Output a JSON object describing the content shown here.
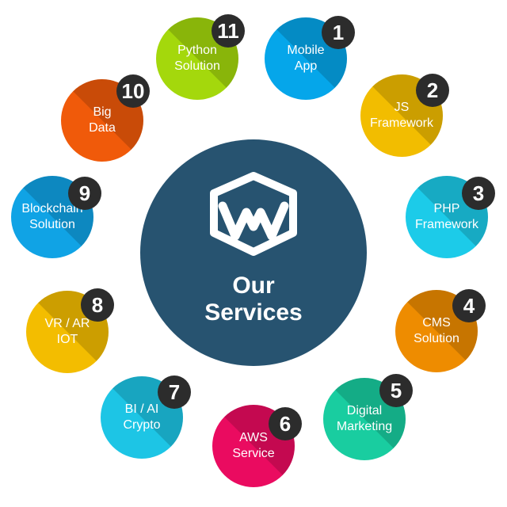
{
  "center": {
    "title_line1": "Our",
    "title_line2": "Services",
    "logo_icon": "hexagon-w-logo",
    "color": "#275370"
  },
  "services": [
    {
      "number": "1",
      "line1": "Mobile",
      "line2": "App",
      "color": "#05a6ea"
    },
    {
      "number": "2",
      "line1": "JS",
      "line2": "Framework",
      "color": "#f2bd00"
    },
    {
      "number": "3",
      "line1": "PHP",
      "line2": "Framework",
      "color": "#1ccbe9"
    },
    {
      "number": "4",
      "line1": "CMS",
      "line2": "Solution",
      "color": "#ee8c00"
    },
    {
      "number": "5",
      "line1": "Digital",
      "line2": "Marketing",
      "color": "#19cda0"
    },
    {
      "number": "6",
      "line1": "AWS",
      "line2": "Service",
      "color": "#ea0b60"
    },
    {
      "number": "7",
      "line1": "BI / AI",
      "line2": "Crypto",
      "color": "#1dc5e5"
    },
    {
      "number": "8",
      "line1": "VR / AR",
      "line2": "IOT",
      "color": "#f3bd00"
    },
    {
      "number": "9",
      "line1": "Blockchain",
      "line2": "Solution",
      "color": "#10a3e5"
    },
    {
      "number": "10",
      "line1": "Big",
      "line2": "Data",
      "color": "#f05a0a"
    },
    {
      "number": "11",
      "line1": "Python",
      "line2": "Solution",
      "color": "#a4d80c"
    }
  ],
  "badge_color": "#2c2c2c"
}
